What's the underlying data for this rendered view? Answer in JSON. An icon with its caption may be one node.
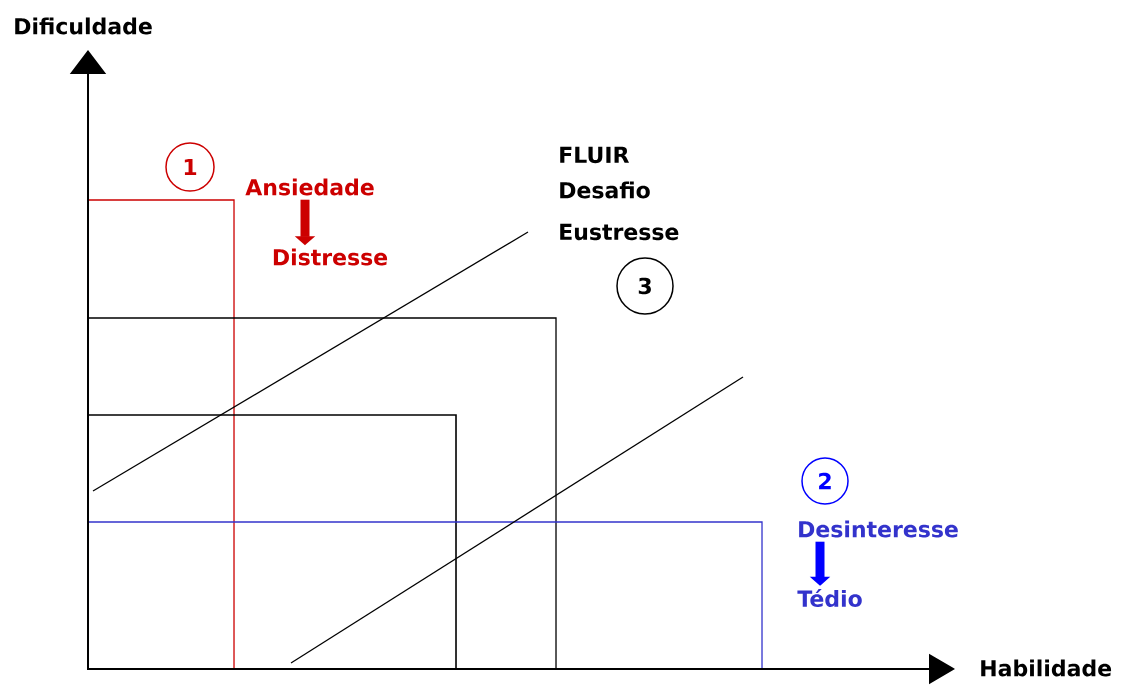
{
  "diagram": {
    "nodes": [
      {
        "text": [
          "1"
        ]
      },
      {
        "text": [
          "Ansiedade"
        ]
      },
      {
        "text": [
          "Distresse"
        ]
      },
      {
        "text": [
          "3"
        ]
      },
      {
        "text": [
          "2"
        ]
      },
      {
        "text": [
          "Desinteresse"
        ]
      },
      {
        "text": [
          "Tédio"
        ]
      }
    ],
    "edges": [
      {
        "from": 1,
        "to": 2,
        "arrow": "to",
        "color": "#cc0000"
      },
      {
        "from": 5,
        "to": 6,
        "arrow": "to",
        "color": "#0000ff"
      }
    ],
    "labels": [
      "Dificuldade",
      "FLUIR",
      "Desafio",
      "Eustresse",
      "Habilidade"
    ]
  }
}
